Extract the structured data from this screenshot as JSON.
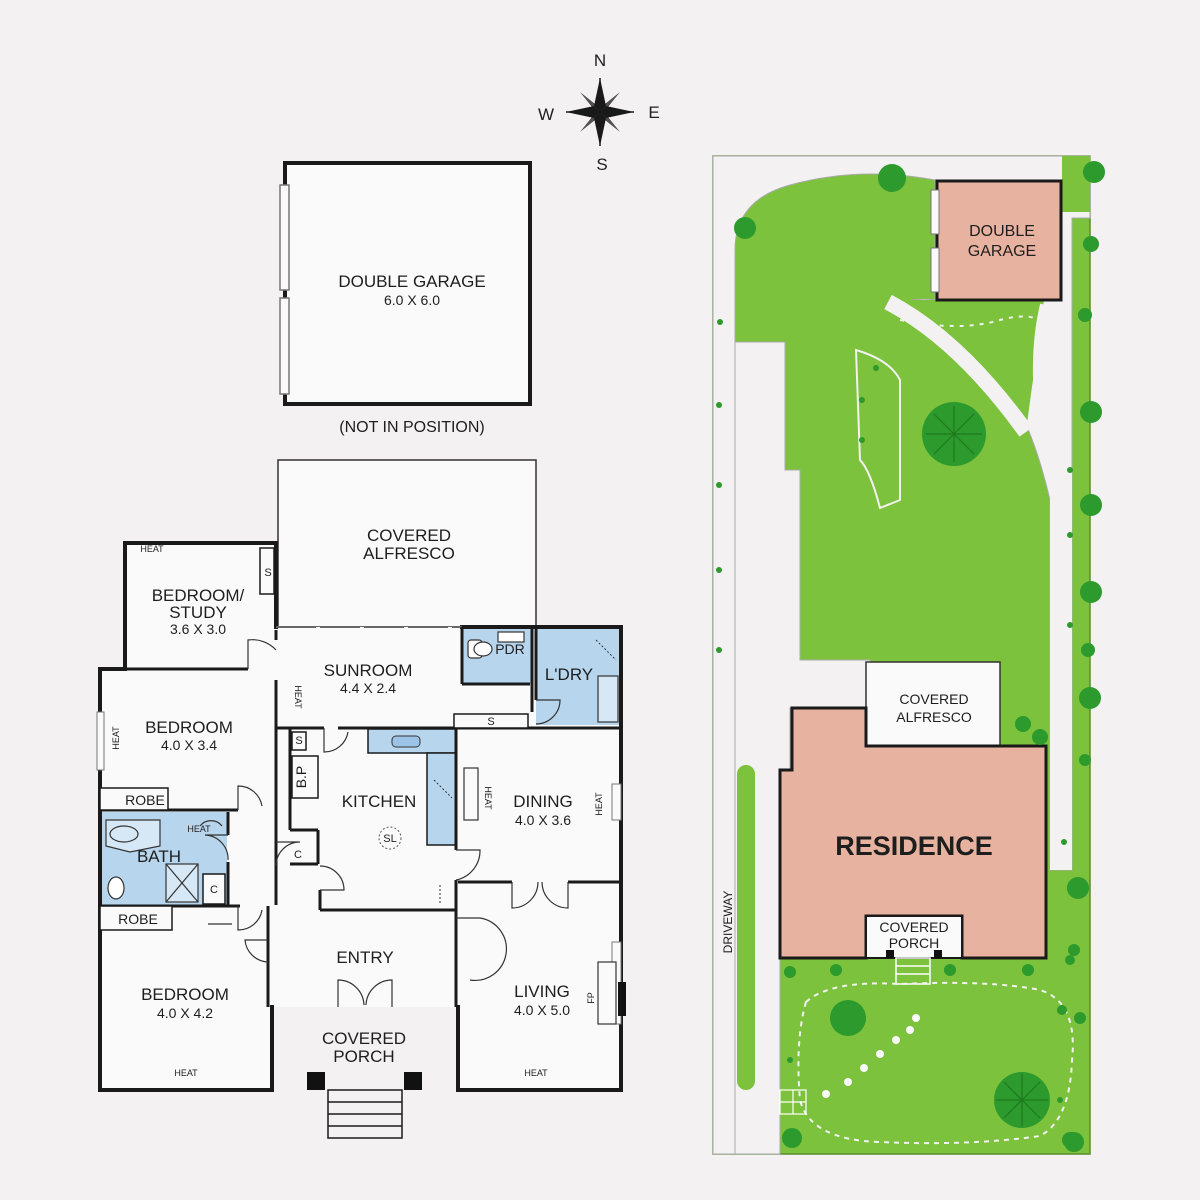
{
  "compass": {
    "n": "N",
    "s": "S",
    "e": "E",
    "w": "W"
  },
  "garage": {
    "name": "DOUBLE GARAGE",
    "dims": "6.0 X 6.0",
    "note": "(NOT IN POSITION)"
  },
  "rooms": {
    "alfresco": {
      "l1": "COVERED",
      "l2": "ALFRESCO"
    },
    "bedroom_study": {
      "l1": "BEDROOM/",
      "l2": "STUDY",
      "dims": "3.6 X 3.0"
    },
    "sunroom": {
      "name": "SUNROOM",
      "dims": "4.4 X 2.4"
    },
    "pdr": "PDR",
    "laundry": "L'DRY",
    "bedroom1": {
      "name": "BEDROOM",
      "dims": "4.0 X 3.4"
    },
    "robe1": "ROBE",
    "bath": "BATH",
    "robe2": "ROBE",
    "bp": "B.P",
    "kitchen": "KITCHEN",
    "dining": {
      "name": "DINING",
      "dims": "4.0 X 3.6"
    },
    "entry": "ENTRY",
    "bedroom2": {
      "name": "BEDROOM",
      "dims": "4.0 X 4.2"
    },
    "living": {
      "name": "LIVING",
      "dims": "4.0 X 5.0"
    },
    "porch": {
      "l1": "COVERED",
      "l2": "PORCH"
    }
  },
  "marks": {
    "heat": "HEAT",
    "s": "S",
    "c": "C",
    "sl": "SL",
    "fp": "FP"
  },
  "site": {
    "garage_l1": "DOUBLE",
    "garage_l2": "GARAGE",
    "alfresco_l1": "COVERED",
    "alfresco_l2": "ALFRESCO",
    "residence": "RESIDENCE",
    "porch_l1": "COVERED",
    "porch_l2": "PORCH",
    "driveway": "DRIVEWAY"
  },
  "colors": {
    "background": "#f3f1f1",
    "wall": "#1a1a1a",
    "wet_area": "#b7d6ee",
    "lawn": "#7cc23c",
    "tree": "#2c9a2c",
    "building": "#e7b29f"
  }
}
